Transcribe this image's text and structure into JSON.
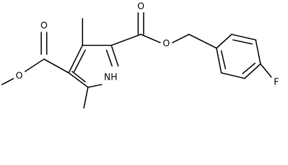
{
  "molecule": {
    "atoms": [
      {
        "id": "o_ester_methyl",
        "label": "O"
      },
      {
        "id": "o_carbonyl_left",
        "label": "O"
      },
      {
        "id": "o_carbonyl_right",
        "label": "O"
      },
      {
        "id": "o_ester_benzyl",
        "label": "O"
      },
      {
        "id": "n_pyrrole",
        "label": "NH"
      },
      {
        "id": "f_aryl",
        "label": "F"
      }
    ],
    "colors": {
      "bond": "#000000",
      "atom_text": "#000000",
      "background": "#ffffff"
    }
  }
}
